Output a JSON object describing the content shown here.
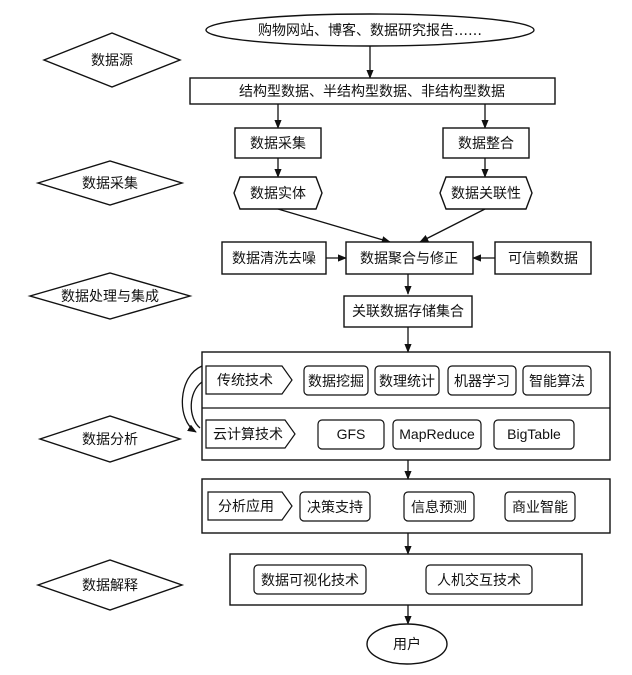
{
  "stages": {
    "source": "数据源",
    "collection": "数据采集",
    "processing": "数据处理与集成",
    "analysis": "数据分析",
    "interpretation": "数据解释"
  },
  "flow": {
    "sources": "购物网站、博客、数据研究报告……",
    "data_types": "结构型数据、半结构型数据、非结构型数据",
    "collect": "数据采集",
    "integrate": "数据整合",
    "entity": "数据实体",
    "relation": "数据关联性",
    "cleaning": "数据清洗去噪",
    "aggregate": "数据聚合与修正",
    "trusted": "可信赖数据",
    "storage": "关联数据存储集合"
  },
  "analysis": {
    "traditional": {
      "label": "传统技术",
      "items": [
        "数据挖掘",
        "数理统计",
        "机器学习",
        "智能算法"
      ]
    },
    "cloud": {
      "label": "云计算技术",
      "items": [
        "GFS",
        "MapReduce",
        "BigTable"
      ]
    }
  },
  "application": {
    "label": "分析应用",
    "items": [
      "决策支持",
      "信息预测",
      "商业智能"
    ]
  },
  "interpretation": {
    "items": [
      "数据可视化技术",
      "人机交互技术"
    ]
  },
  "user": "用户"
}
